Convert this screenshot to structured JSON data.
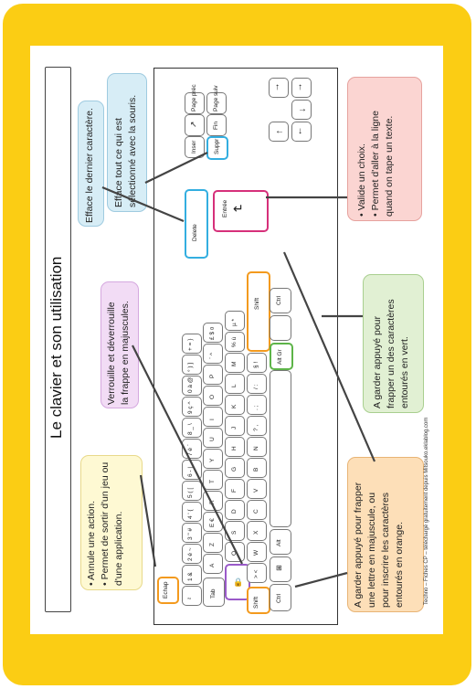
{
  "title": "Le clavier et son utilisation",
  "footer": "Techno – Fiches CP – téléchargé gratuitement depuis Mitsouko.eklablog.com",
  "notes": {
    "escape": {
      "lines": [
        "•  Annule une action.",
        "•  Permet de sortir d'un jeu ou",
        "    d'une application."
      ]
    },
    "capslock": {
      "lines": [
        "Verrouille et déverrouille",
        "la frappe en majuscules."
      ]
    },
    "backspace": {
      "lines": [
        "Efface le dernier caractère."
      ]
    },
    "delete": {
      "lines": [
        "Efface tout ce qui est",
        "sélectionné avec la souris."
      ]
    },
    "enter": {
      "lines": [
        "•  Valide un choix.",
        "•  Permet d'aller à la ligne",
        "    quand on tape un texte."
      ]
    },
    "altgr": {
      "lines": [
        "A garder appuyé pour",
        "frapper un des caractères",
        "entourés en vert."
      ]
    },
    "shift": {
      "lines": [
        "A garder appuyé pour frapper",
        "une lettre en majuscule, ou",
        "pour inscrire les caractères",
        "entourés en orange."
      ]
    }
  },
  "keys": {
    "echap": "Echap",
    "tab": "Tab",
    "shift": "Shift",
    "ctrl": "Ctrl",
    "alt": "Alt",
    "altgr": "Alt Gr",
    "entree": "Entrée",
    "delete": "Delete",
    "inser": "Inser",
    "suppr": "Suppr",
    "fin": "Fin",
    "pgprec": "Page préc",
    "pgsuiv": "Page suiv",
    "row1": [
      "²",
      "1 &",
      "2 é ~",
      "3 \" #",
      "4 ' {",
      "5 ( [",
      "6 - |",
      "7 è `",
      "8 _ \\",
      "9 ç ^",
      "0 à @",
      "° ) ]",
      "+ = }"
    ],
    "row2": [
      "A",
      "Z",
      "E €",
      "R",
      "T",
      "Y",
      "U",
      "I",
      "O",
      "P",
      "¨ ^",
      "£ $ ¤"
    ],
    "row3": [
      "Q",
      "S",
      "D",
      "F",
      "G",
      "H",
      "J",
      "K",
      "L",
      "M",
      "% ù",
      "µ *"
    ],
    "row4": [
      "> <",
      "W",
      "X",
      "C",
      "V",
      "B",
      "N",
      "? ,",
      ". ;",
      "/ :",
      "§ !"
    ]
  },
  "colors": {
    "frame": "#fbcd14",
    "orange": "#f39a1e",
    "blue": "#33aee0",
    "pink": "#d6307a",
    "green": "#5db448",
    "purple": "#9a5ac9",
    "note_yellow": "#fef9d3",
    "note_purple": "#f2dcf5",
    "note_blue": "#d7edf6",
    "note_pink": "#fbd5d2",
    "note_green": "#e1f0d3",
    "note_orange": "#fddfb8"
  }
}
